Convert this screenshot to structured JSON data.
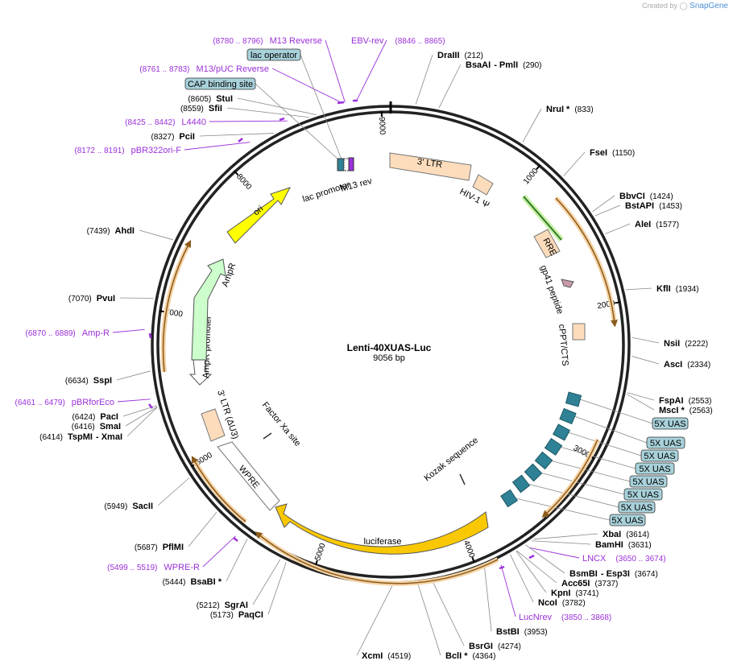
{
  "credit": {
    "prefix": "Created by",
    "brand": "SnapGene"
  },
  "plasmid": {
    "name": "Lenti-40XUAS-Luc",
    "size": "9056 bp"
  },
  "ticks": [
    {
      "label": "1000",
      "pos": 1000
    },
    {
      "label": "2000",
      "pos": 2000
    },
    {
      "label": "3000",
      "pos": 3000
    },
    {
      "label": "4000",
      "pos": 4000
    },
    {
      "label": "5000",
      "pos": 5000
    },
    {
      "label": "6000",
      "pos": 6000
    },
    {
      "label": "7000",
      "pos": 7000
    },
    {
      "label": "8000",
      "pos": 8000
    },
    {
      "label": "9000",
      "pos": 9000
    }
  ],
  "right_labels": [
    {
      "name": "DraIII",
      "pos": "(212)",
      "at": 150
    },
    {
      "name": "BsaAI",
      "extra": "- PmlI",
      "pos": "(290)",
      "at": 290
    },
    {
      "name": "NruI *",
      "pos": "(833)",
      "at": 833
    },
    {
      "name": "FseI",
      "pos": "(1150)",
      "at": 1150
    },
    {
      "name": "BbvCI",
      "pos": "(1424)",
      "at": 1424
    },
    {
      "name": "BstAPI",
      "pos": "(1453)",
      "at": 1453
    },
    {
      "name": "AleI",
      "pos": "(1577)",
      "at": 1577
    },
    {
      "name": "KflI",
      "pos": "(1934)",
      "at": 1934
    },
    {
      "name": "NsiI",
      "pos": "(2222)",
      "at": 2222
    },
    {
      "name": "AscI",
      "pos": "(2334)",
      "at": 2334
    },
    {
      "name": "FspAI",
      "pos": "(2553)",
      "at": 2553
    },
    {
      "name": "MscI *",
      "pos": "(2563)",
      "at": 2563
    },
    {
      "name": "XbaI",
      "pos": "(3614)",
      "at": 3614
    },
    {
      "name": "BamHI",
      "pos": "(3631)",
      "at": 3631
    },
    {
      "name": "BsmBI",
      "extra": "- Esp3I",
      "pos": "(3674)",
      "at": 3674
    },
    {
      "name": "Acc65I",
      "pos": "(3737)",
      "at": 3737
    },
    {
      "name": "KpnI",
      "pos": "(3741)",
      "at": 3741
    },
    {
      "name": "NcoI",
      "pos": "(3782)",
      "at": 3782
    },
    {
      "name": "BstBI",
      "pos": "(3953)",
      "at": 3953
    },
    {
      "name": "BsrGI",
      "pos": "(4274)",
      "at": 4274
    },
    {
      "name": "BclI *",
      "pos": "(4364)",
      "at": 4364
    },
    {
      "name": "XcmI",
      "pos": "(4519)",
      "at": 4519
    }
  ],
  "left_labels": [
    {
      "name": "StuI",
      "pos": "(8605)",
      "at": 8605
    },
    {
      "name": "SfiI",
      "pos": "(8559)",
      "at": 8559
    },
    {
      "name": "PciI",
      "pos": "(8327)",
      "at": 8327
    },
    {
      "name": "AhdI",
      "pos": "(7439)",
      "at": 7439
    },
    {
      "name": "PvuI",
      "pos": "(7070)",
      "at": 7070
    },
    {
      "name": "SspI",
      "pos": "(6634)",
      "at": 6634
    },
    {
      "name": "PacI",
      "pos": "(6424)",
      "at": 6424
    },
    {
      "name": "SmaI",
      "pos": "(6416)",
      "at": 6416
    },
    {
      "name": "TspMI",
      "extra": "- XmaI",
      "pos": "(6414)",
      "at": 6414
    },
    {
      "name": "SacII",
      "pos": "(5949)",
      "at": 5949
    },
    {
      "name": "PflMI",
      "pos": "(5687)",
      "at": 5687
    },
    {
      "name": "BsaBI *",
      "pos": "(5444)",
      "at": 5444
    },
    {
      "name": "SgrAI",
      "pos": "(5212)",
      "at": 5212
    },
    {
      "name": "PaqCI",
      "pos": "(5173)",
      "at": 5173
    }
  ],
  "primers": [
    {
      "name": "M13 Reverse",
      "pos": "(8780 .. 8796)",
      "at": 8788
    },
    {
      "name": "EBV-rev",
      "pos": "(8846 .. 8865)",
      "at": 8856
    },
    {
      "name": "M13/pUC Reverse",
      "pos": "(8761 .. 8783)",
      "at": 8772
    },
    {
      "name": "L4440",
      "pos": "(8425 .. 8442)",
      "at": 8433
    },
    {
      "name": "pBR322ori-F",
      "pos": "(8172 .. 8191)",
      "at": 8181
    },
    {
      "name": "Amp-R",
      "pos": "(6870 .. 6889)",
      "at": 6880
    },
    {
      "name": "pBRforEco",
      "pos": "(6461 .. 6479)",
      "at": 6470
    },
    {
      "name": "WPRE-R",
      "pos": "(5499 .. 5519)",
      "at": 5509
    },
    {
      "name": "LNCX",
      "pos": "(3650 .. 3674)",
      "at": 3662
    },
    {
      "name": "LucNrev",
      "pos": "(3850 .. 3868)",
      "at": 3859
    }
  ],
  "boxes": [
    {
      "label": "lac operator"
    },
    {
      "label": "CAP binding site"
    },
    {
      "label": "5X UAS"
    },
    {
      "label": "5X UAS"
    },
    {
      "label": "5X UAS"
    },
    {
      "label": "5X UAS"
    },
    {
      "label": "5X UAS"
    },
    {
      "label": "5X UAS"
    },
    {
      "label": "5X UAS"
    },
    {
      "label": "5X UAS"
    }
  ],
  "features": [
    {
      "label": "3' LTR"
    },
    {
      "label": "HIV-1 Ψ"
    },
    {
      "label": "RRE"
    },
    {
      "label": "gp41 peptide"
    },
    {
      "label": "cPPT/CTS"
    },
    {
      "label": "Kozak sequence"
    },
    {
      "label": "luciferase"
    },
    {
      "label": "WPRE"
    },
    {
      "label": "Factor Xa site"
    },
    {
      "label": "3' LTR (ΔU3)"
    },
    {
      "label": "AmpR promoter"
    },
    {
      "label": "AmpR"
    },
    {
      "label": "ori"
    },
    {
      "label": "lac promoter"
    },
    {
      "label": "M13 rev"
    }
  ],
  "colors": {
    "promoter": "#ffffff",
    "ltr": "#fddcbc",
    "uas": "#2f8195",
    "cds": "#f9c802",
    "orf": "#e9a149",
    "ampr": "#ccffcc",
    "ori": "#ffff00",
    "primer": "#9b30d9",
    "box": "#a8d1da"
  }
}
